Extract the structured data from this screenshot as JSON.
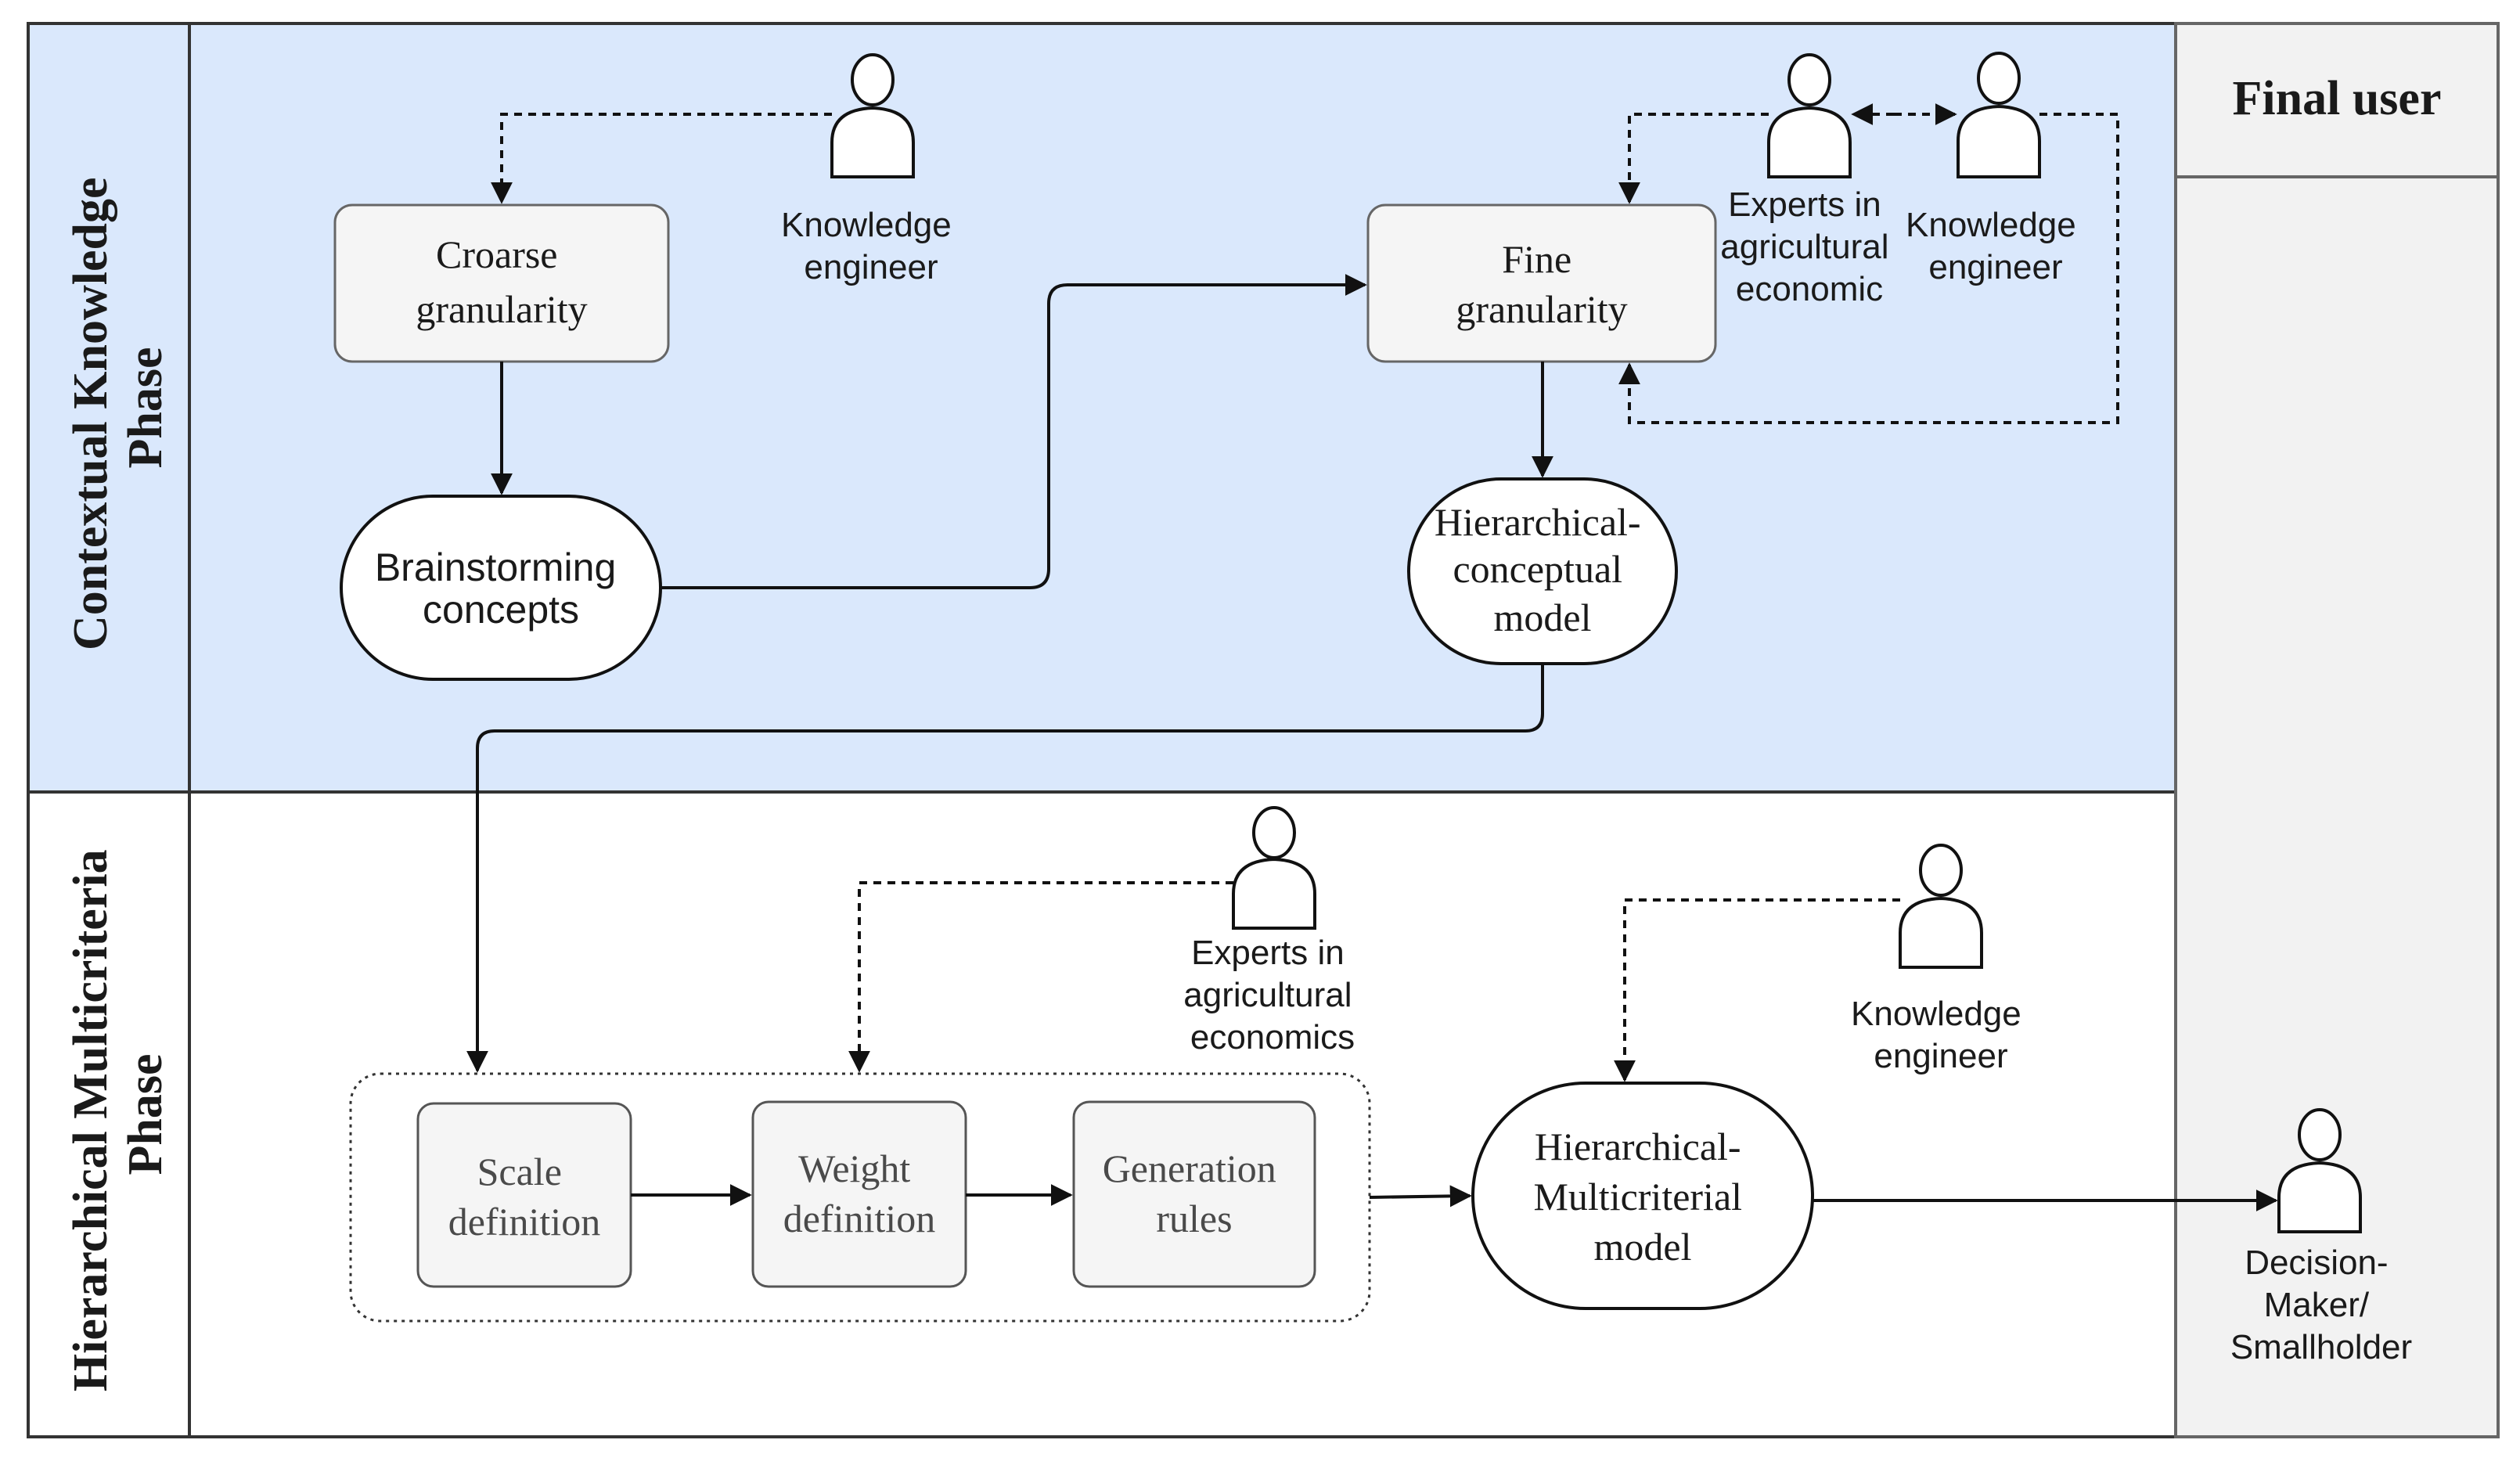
{
  "lanes": {
    "contextual": "Contextual Knowledge Phase",
    "contextual_lines": [
      "Contextual Knowledge",
      "Phase"
    ],
    "multicriteria": "Hierarchical Multicriteria Phase",
    "multicriteria_lines": [
      "Hierarchical Multicriteria",
      "Phase"
    ],
    "final_user": "Final user"
  },
  "nodes": {
    "coarse": [
      "Croarse",
      "granularity"
    ],
    "fine": [
      "Fine",
      "granularity"
    ],
    "brainstorming": [
      "Brainstorming",
      "concepts"
    ],
    "conceptual_model": [
      "Hierarchical-",
      "conceptual",
      "model"
    ],
    "scale": [
      "Scale",
      "definition"
    ],
    "weight": [
      "Weight",
      "definition"
    ],
    "generation": [
      "Generation",
      "rules"
    ],
    "multicriterial_model": [
      "Hierarchical-",
      "Multicriterial",
      "model"
    ]
  },
  "actors": {
    "ke1": [
      "Knowledge",
      "engineer"
    ],
    "experts1": [
      "Experts in",
      "agricultural",
      "economic"
    ],
    "ke2": [
      "Knowledge",
      "engineer"
    ],
    "experts2": [
      "Experts in",
      "agricultural",
      "economics"
    ],
    "ke3": [
      "Knowledge",
      "engineer"
    ],
    "decision_maker": [
      "Decision-",
      "Maker/",
      "Smallholder"
    ]
  },
  "colors": {
    "contextual_lane": "#dae8fc",
    "final_user_lane": "#f2f2f2",
    "box_fill": "#f5f5f5",
    "stroke": "#333333"
  }
}
